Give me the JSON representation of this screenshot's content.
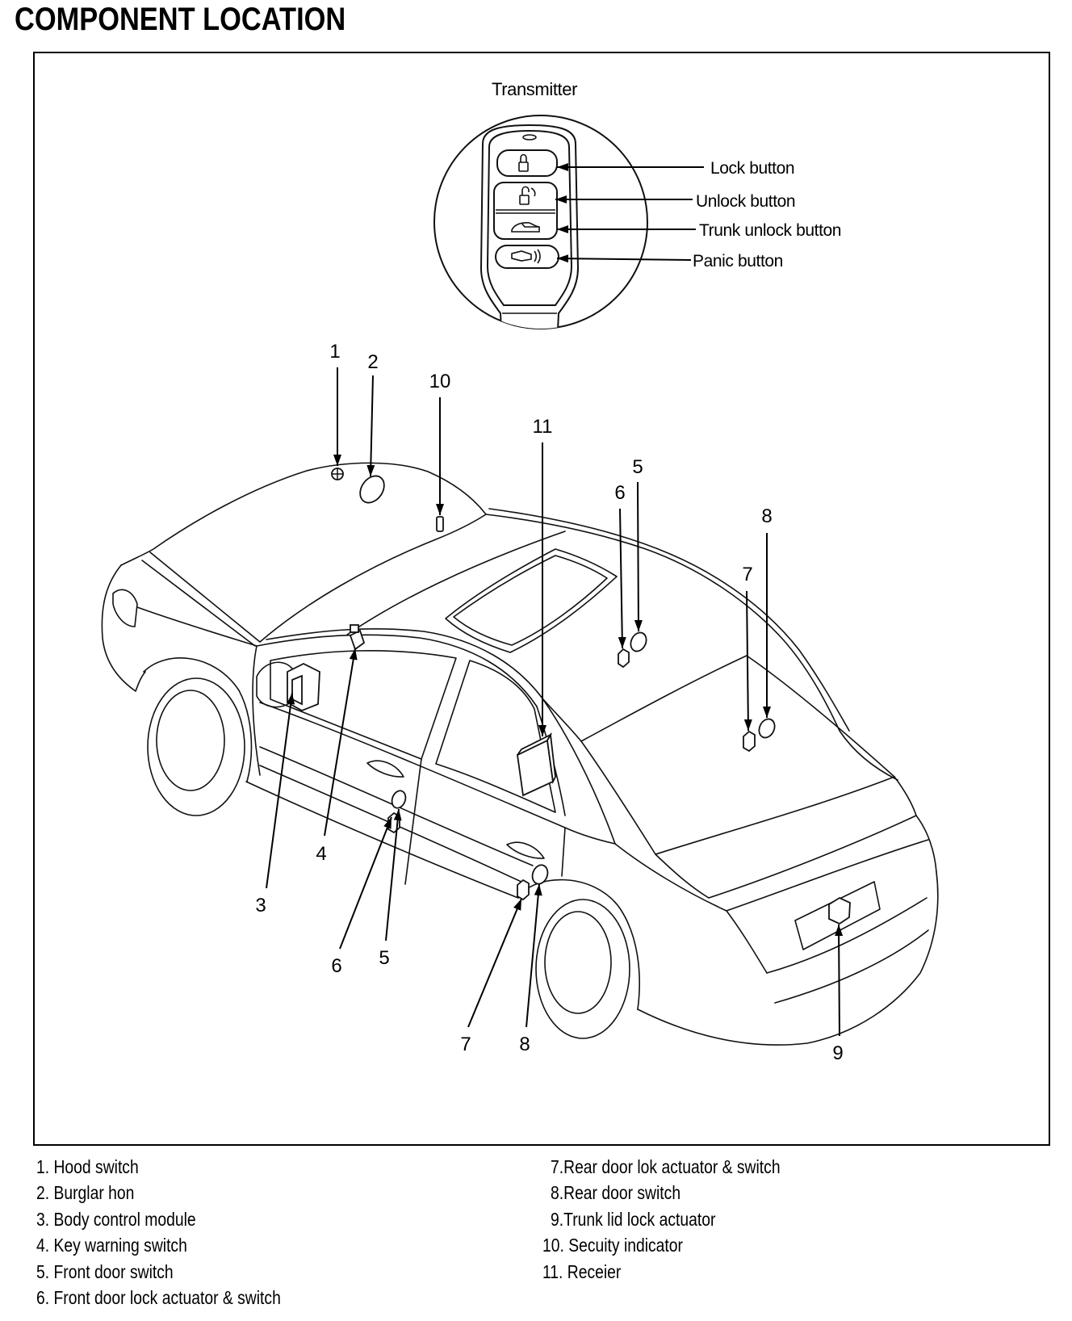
{
  "title": "COMPONENT LOCATION",
  "transmitter": {
    "label": "Transmitter",
    "buttons": [
      {
        "label": "Lock button",
        "icon": "lock-icon"
      },
      {
        "label": "Unlock button",
        "icon": "unlock-icon"
      },
      {
        "label": "Trunk unlock button",
        "icon": "trunk-icon"
      },
      {
        "label": "Panic button",
        "icon": "horn-icon"
      }
    ]
  },
  "callouts": [
    "1",
    "2",
    "10",
    "11",
    "5",
    "6",
    "8",
    "7",
    "3",
    "4",
    "6",
    "5",
    "7",
    "8",
    "9"
  ],
  "legend": {
    "left": [
      "1. Hood switch",
      "2. Burglar hon",
      "3. Body control module",
      "4. Key warning switch",
      "5. Front door switch",
      "6. Front door lock actuator & switch"
    ],
    "right": [
      "7.Rear door lok actuator & switch",
      "8.Rear door switch",
      "9.Trunk lid lock actuator",
      "10. Secuity indicator",
      "11. Receier"
    ]
  }
}
